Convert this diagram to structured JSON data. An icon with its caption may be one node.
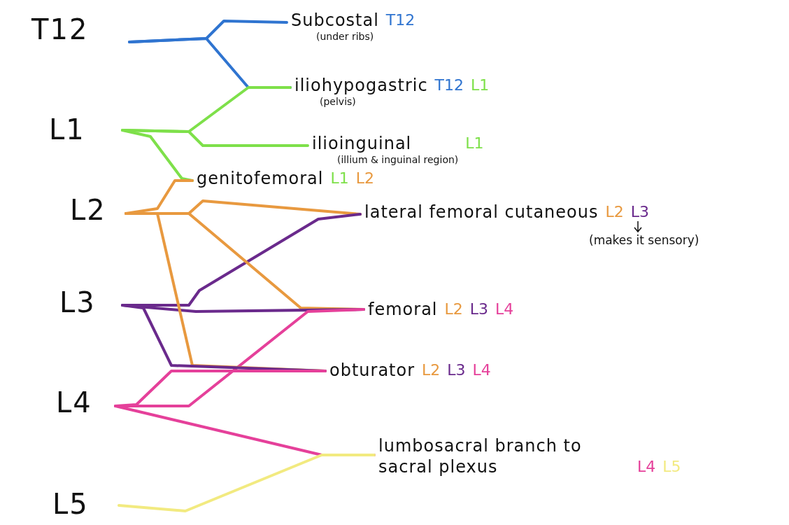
{
  "diagram": {
    "nodes": [
      {
        "text": [
          "T12"
        ]
      },
      {
        "text": [
          "L1"
        ]
      },
      {
        "text": [
          "L2"
        ]
      },
      {
        "text": [
          "L3"
        ]
      },
      {
        "text": [
          "L4"
        ]
      },
      {
        "text": [
          "L5"
        ]
      },
      {
        "text": [
          "Subcostal",
          "(under ribs)"
        ],
        "beside": [
          "T12"
        ]
      },
      {
        "text": [
          "iliohypogastric",
          "(pelvis)"
        ],
        "beside": [
          "T12",
          "L1"
        ]
      },
      {
        "text": [
          "ilioinguinal",
          "(illium & inguinal region)"
        ],
        "beside": [
          "L1"
        ]
      },
      {
        "text": [
          "genitofemoral"
        ],
        "beside": [
          "L1",
          "L2"
        ]
      },
      {
        "text": [
          "lateral femoral cutaneous"
        ],
        "beside": [
          "L2",
          "L3"
        ]
      },
      {
        "text": [
          "femoral"
        ],
        "beside": [
          "L2",
          "L3",
          "L4"
        ]
      },
      {
        "text": [
          "obturator"
        ],
        "beside": [
          "L2",
          "L3",
          "L4"
        ]
      },
      {
        "text": [
          "lumbosacral branch to sacral plexus"
        ],
        "beside": [
          "L4",
          "L5"
        ]
      }
    ],
    "edges": [
      {
        "from": 0,
        "to": 6,
        "arrow": "none",
        "color": "#2f74d0"
      },
      {
        "from": 0,
        "to": 7,
        "arrow": "none",
        "color": "#2f74d0"
      },
      {
        "from": 1,
        "to": 7,
        "arrow": "none",
        "color": "#7ee04a"
      },
      {
        "from": 1,
        "to": 8,
        "arrow": "none",
        "color": "#7ee04a"
      },
      {
        "from": 1,
        "to": 9,
        "arrow": "none",
        "color": "#7ee04a"
      },
      {
        "from": 2,
        "to": 9,
        "arrow": "none",
        "color": "#e8993f"
      },
      {
        "from": 2,
        "to": 10,
        "arrow": "none",
        "color": "#e8993f"
      },
      {
        "from": 3,
        "to": 10,
        "arrow": "none",
        "color": "#6a2a8c"
      },
      {
        "from": 2,
        "to": 11,
        "arrow": "none",
        "color": "#e8993f"
      },
      {
        "from": 3,
        "to": 11,
        "arrow": "none",
        "color": "#6a2a8c"
      },
      {
        "from": 4,
        "to": 11,
        "arrow": "none",
        "color": "#e5409a"
      },
      {
        "from": 2,
        "to": 12,
        "arrow": "none",
        "color": "#e8993f"
      },
      {
        "from": 3,
        "to": 12,
        "arrow": "none",
        "color": "#6a2a8c"
      },
      {
        "from": 4,
        "to": 12,
        "arrow": "none",
        "color": "#e5409a"
      },
      {
        "from": 4,
        "to": 13,
        "arrow": "none",
        "color": "#e5409a"
      },
      {
        "from": 5,
        "to": 13,
        "arrow": "none",
        "color": "#f2ea80"
      }
    ],
    "labels": [
      "(makes it sensory)"
    ]
  }
}
